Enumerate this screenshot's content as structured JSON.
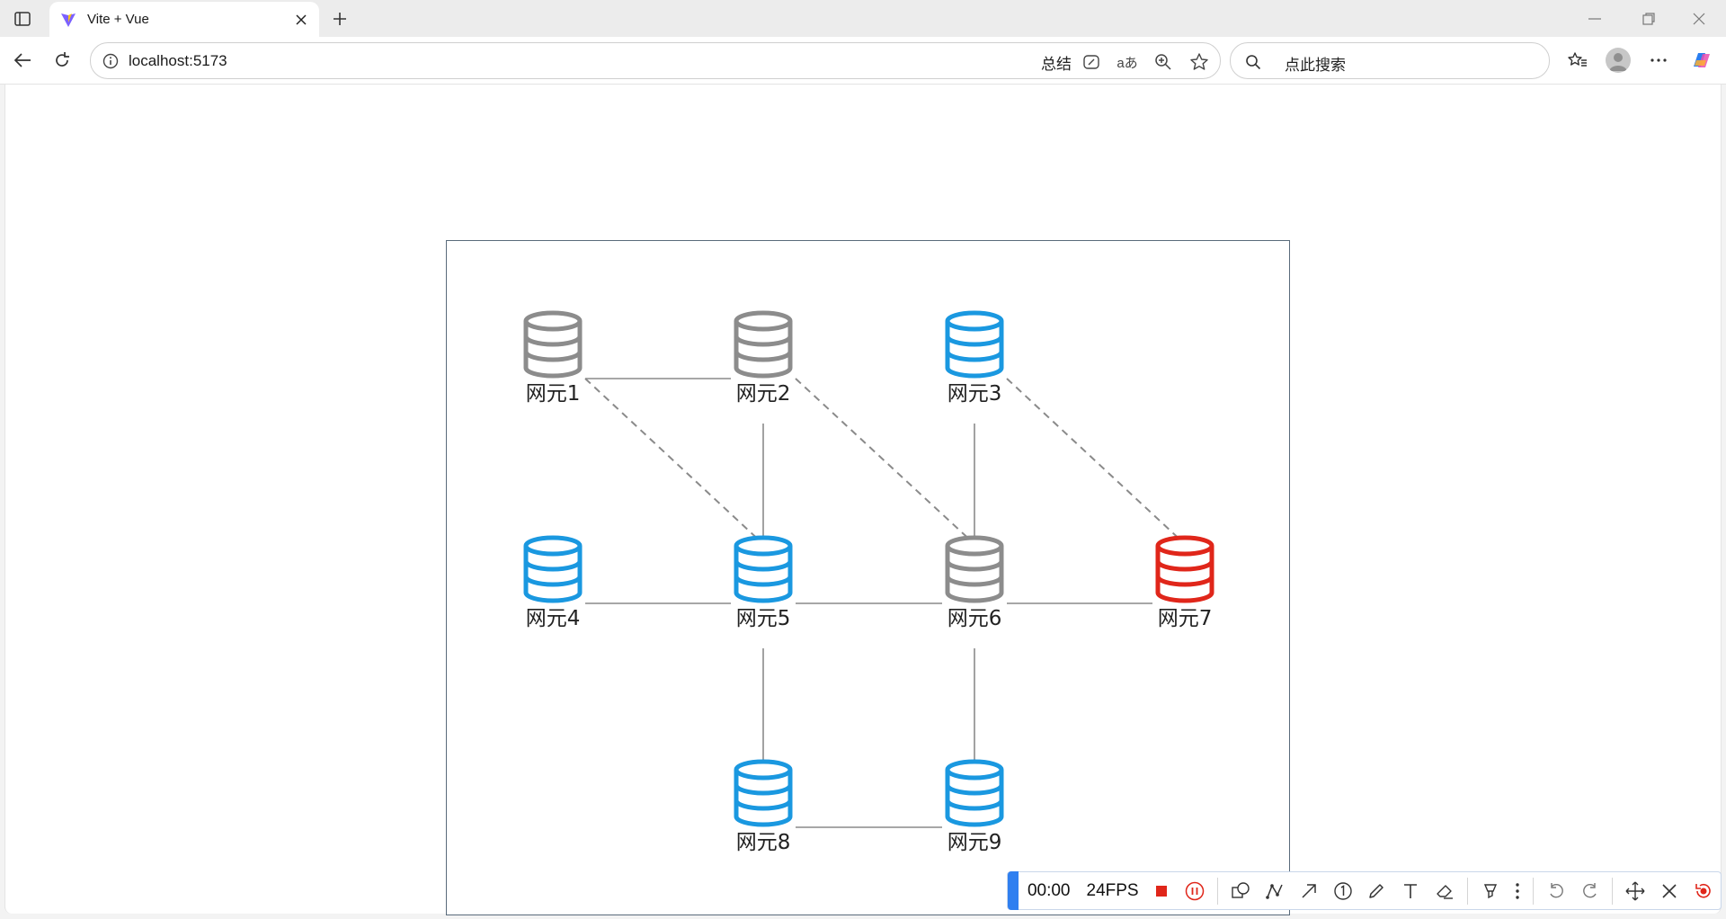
{
  "browser": {
    "tab": {
      "title": "Vite + Vue"
    },
    "address": {
      "url": "localhost:5173",
      "summary_label": "总结"
    },
    "search": {
      "placeholder": "点此搜索"
    }
  },
  "topology": {
    "nodes": [
      {
        "id": "n1",
        "label": "网元1",
        "status": "gray"
      },
      {
        "id": "n2",
        "label": "网元2",
        "status": "gray"
      },
      {
        "id": "n3",
        "label": "网元3",
        "status": "blue"
      },
      {
        "id": "n4",
        "label": "网元4",
        "status": "blue"
      },
      {
        "id": "n5",
        "label": "网元5",
        "status": "blue"
      },
      {
        "id": "n6",
        "label": "网元6",
        "status": "gray"
      },
      {
        "id": "n7",
        "label": "网元7",
        "status": "red"
      },
      {
        "id": "n8",
        "label": "网元8",
        "status": "blue"
      },
      {
        "id": "n9",
        "label": "网元9",
        "status": "blue"
      }
    ],
    "links": [
      {
        "from": "n1",
        "to": "n2",
        "style": "solid"
      },
      {
        "from": "n1",
        "to": "n5",
        "style": "dashed"
      },
      {
        "from": "n2",
        "to": "n5",
        "style": "solid"
      },
      {
        "from": "n2",
        "to": "n6",
        "style": "dashed"
      },
      {
        "from": "n3",
        "to": "n6",
        "style": "solid"
      },
      {
        "from": "n3",
        "to": "n7",
        "style": "dashed"
      },
      {
        "from": "n4",
        "to": "n5",
        "style": "solid"
      },
      {
        "from": "n5",
        "to": "n6",
        "style": "solid"
      },
      {
        "from": "n6",
        "to": "n7",
        "style": "solid"
      },
      {
        "from": "n5",
        "to": "n8",
        "style": "solid"
      },
      {
        "from": "n6",
        "to": "n9",
        "style": "solid"
      },
      {
        "from": "n8",
        "to": "n9",
        "style": "solid"
      }
    ],
    "colors": {
      "gray": "#8c8c8c",
      "blue": "#1a98e0",
      "red": "#e0261a",
      "link": "#8a8a8a"
    }
  },
  "recorder": {
    "time": "00:00",
    "fps": "24FPS",
    "accent": "#2f7ff0",
    "icons": [
      "stop-icon",
      "pause-icon",
      "shape-icon",
      "polyline-icon",
      "arrow-icon",
      "number-marker-icon",
      "pen-icon",
      "text-icon",
      "eraser-icon",
      "highlighter-icon",
      "more-vertical-icon",
      "undo-icon",
      "redo-icon",
      "move-icon",
      "close-icon",
      "record-settings-icon"
    ]
  }
}
